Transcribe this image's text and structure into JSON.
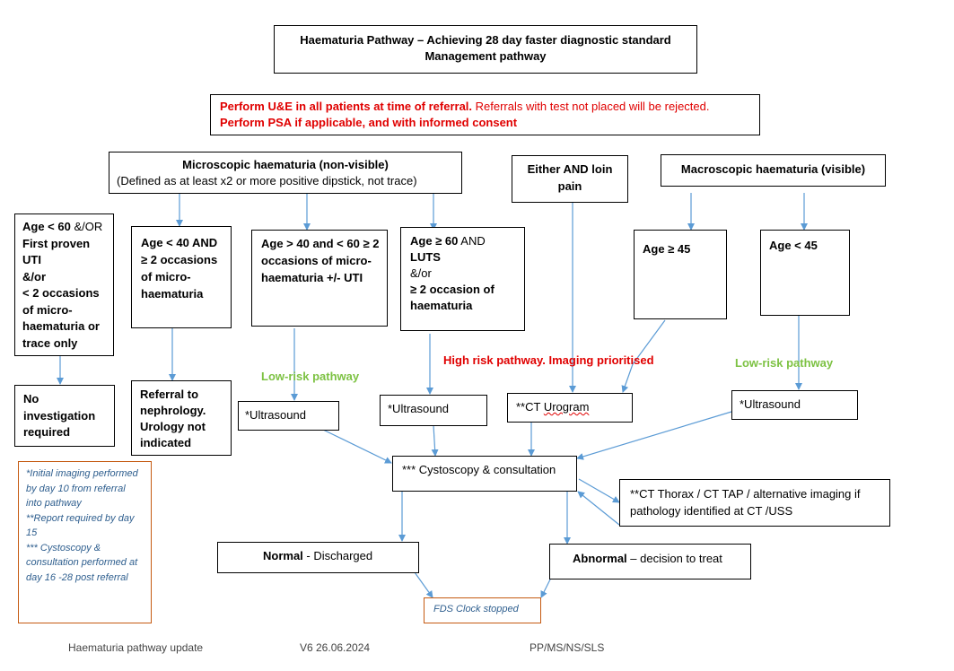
{
  "title": {
    "line1": "Haematuria Pathway – Achieving 28 day faster diagnostic standard",
    "line2": "Management pathway"
  },
  "referral_notice": {
    "line1_bold": "Perform U&E in all patients at time of referral.",
    "line1_rest": " Referrals with test not placed will be rejected.",
    "line2": "Perform PSA if applicable, and with informed consent"
  },
  "microscopic": {
    "heading": "Microscopic haematuria (non-visible)",
    "sub": "(Defined as at least x2 or more positive dipstick, not trace)"
  },
  "either": {
    "text": "Either AND loin pain"
  },
  "macroscopic": {
    "heading": "Macroscopic haematuria (visible)"
  },
  "age_lt60": {
    "l1": "Age < 60",
    "l1b": " &/OR",
    "l2": "First proven UTI",
    "l3": "&/or",
    "l4": "< 2 occasions of micro-haematuria or trace only"
  },
  "age_lt40": {
    "text": "Age < 40 AND ≥ 2 occasions of micro-haematuria"
  },
  "age_40_60": {
    "text": "Age > 40 and < 60 ≥ 2 occasions of micro-haematuria +/- UTI"
  },
  "age_ge60": {
    "l1": "Age ≥ 60",
    "l1b": " AND",
    "l2": "LUTS",
    "l3": "&/or",
    "l4": "≥ 2 occasion of haematuria"
  },
  "age_ge45": {
    "text": "Age ≥ 45"
  },
  "age_lt45": {
    "text": "Age < 45"
  },
  "no_investigation": {
    "text": "No investigation required"
  },
  "referral_nephrology": {
    "text": "Referral to nephrology. Urology not indicated"
  },
  "low_risk_label": "Low-risk pathway",
  "high_risk_label": "High risk pathway. Imaging prioritised",
  "ultrasound_label": "*Ultrasound",
  "ct_urogram": {
    "prefix": "**CT ",
    "word": "Urogram"
  },
  "cystoscopy": {
    "text": "*** Cystoscopy & consultation"
  },
  "ct_thorax": {
    "text": "**CT Thorax / CT TAP / alternative imaging if pathology identified at CT /USS"
  },
  "normal": {
    "bold": "Normal",
    "rest": " - Discharged"
  },
  "abnormal": {
    "bold": "Abnormal",
    "rest": " – decision to treat"
  },
  "fds": {
    "text": "FDS Clock stopped"
  },
  "notes": {
    "n1": "*Initial imaging performed by day 10 from referral into pathway",
    "n2": "**Report required by day 15",
    "n3": "*** Cystoscopy & consultation performed at day 16 -28 post referral"
  },
  "footer": {
    "left": "Haematuria pathway update",
    "middle": "V6 26.06.2024",
    "right": "PP/MS/NS/SLS"
  },
  "colors": {
    "arrow": "#5b9bd5",
    "red_text": "#e00000",
    "green_text": "#7dc243",
    "note_border": "#c55a11",
    "note_text": "#2e5e8e"
  }
}
